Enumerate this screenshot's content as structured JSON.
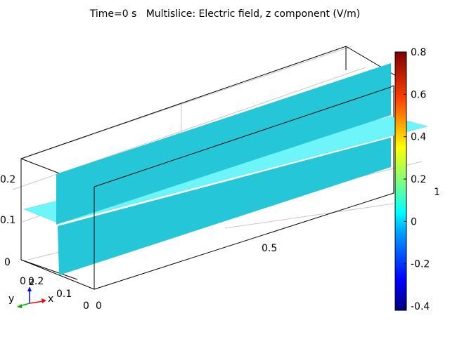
{
  "title": "Time=0 s   Multislice: Electric field, z component (V/m)",
  "axes": {
    "z_ticks": [
      "0.2",
      "0.1",
      "0"
    ],
    "y_ticks": [
      "0.2",
      "0.1",
      "0"
    ],
    "x_ticks": [
      "0",
      "0.5",
      "1"
    ],
    "origin_z_label": "0",
    "origin_x_label": "0"
  },
  "triad": {
    "x": "x",
    "y": "y",
    "z": "z"
  },
  "colorbar": {
    "ticks": [
      "0.8",
      "0.6",
      "0.4",
      "0.2",
      "0",
      "-0.2",
      "-0.4"
    ],
    "min": -0.42,
    "max": 0.8
  },
  "colors": {
    "slice_vertical": "#25c6d8",
    "slice_horizontal": "#6ef5fa",
    "frame": "#000000",
    "grid": "#c8c8c8"
  }
}
